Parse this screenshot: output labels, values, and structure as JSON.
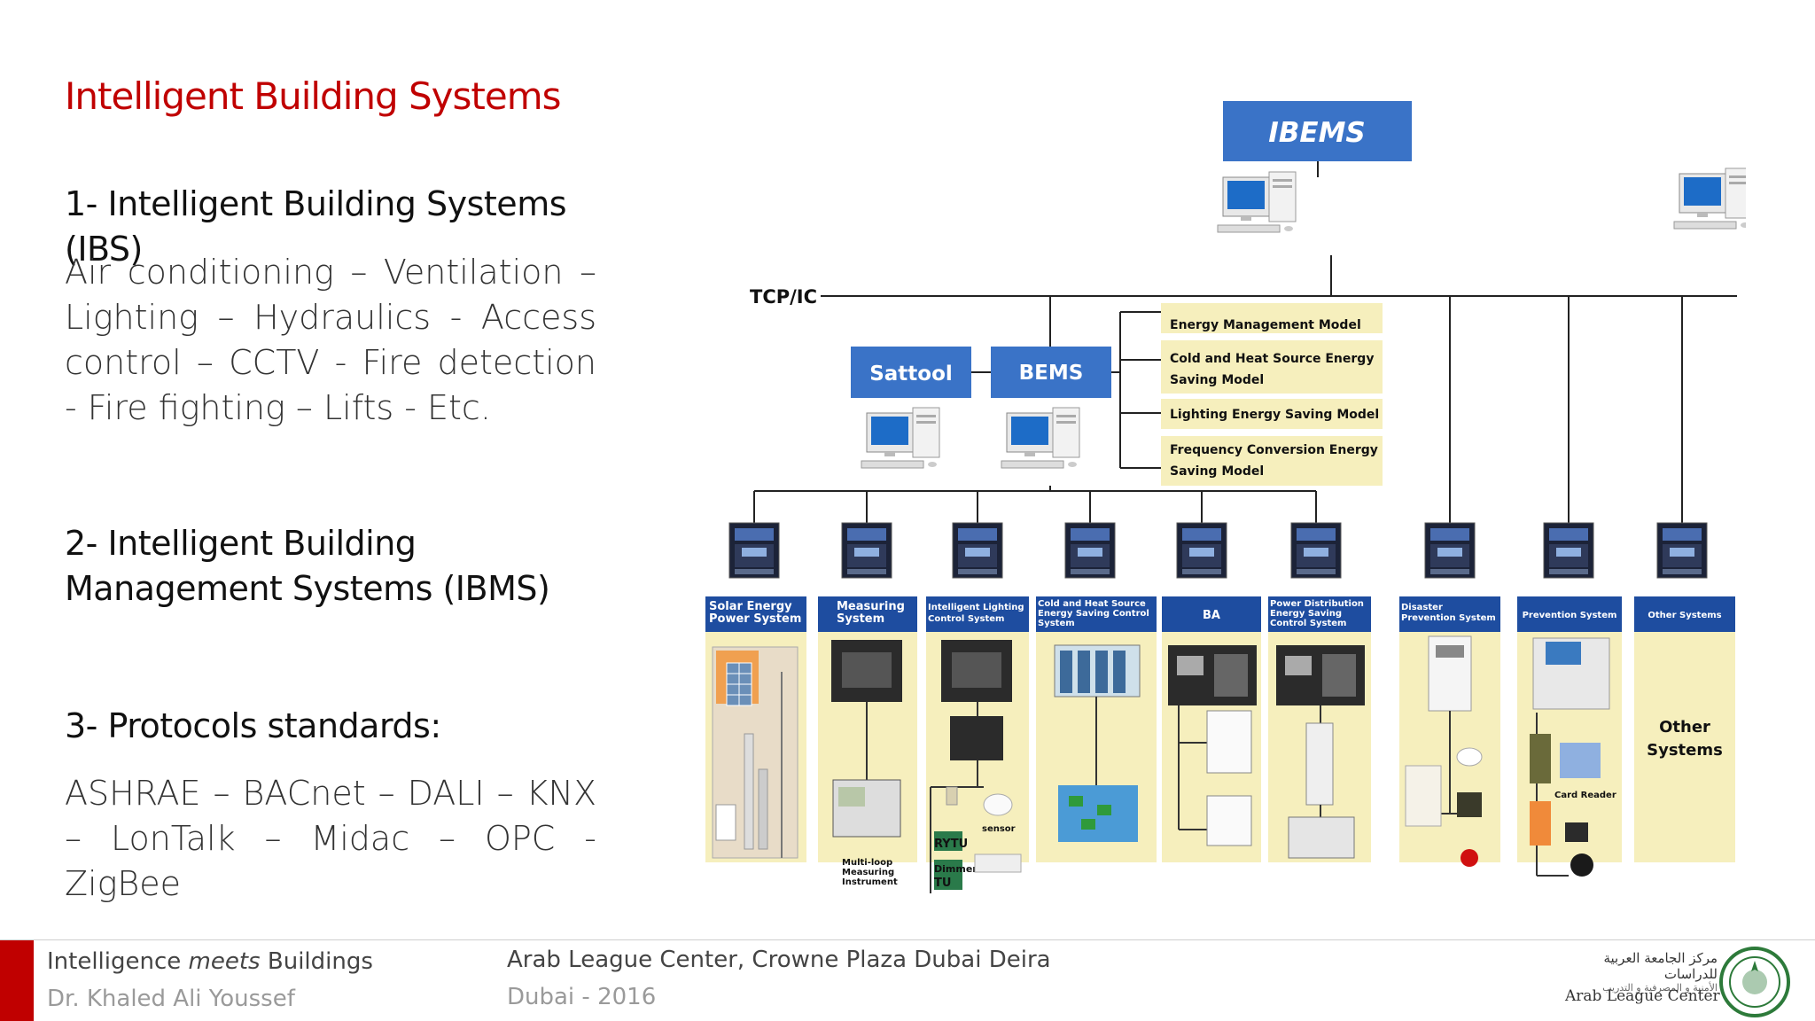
{
  "slide": {
    "title": "Intelligent Building Systems",
    "section1": {
      "heading": "1- Intelligent Building Systems (IBS)",
      "body": "Air conditioning – Ventilation – Lighting – Hydraulics - Access control – CCTV - Fire detection - Fire fighting – Lifts - Etc."
    },
    "section2": {
      "heading": "2- Intelligent Building Management Systems (IBMS)"
    },
    "section3": {
      "heading": "3- Protocols standards:",
      "body": "ASHRAE – BACnet – DALI – KNX – LonTalk – Midac – OPC - ZigBee"
    }
  },
  "diagram": {
    "top_label": "IBEMS",
    "bus_label": "TCP/IC",
    "sattool_label": "Sattool",
    "bems_label": "BEMS",
    "models": [
      [
        "Energy Management Model"
      ],
      [
        "Cold and Heat Source Energy",
        "Saving Model"
      ],
      [
        "Lighting Energy Saving Model"
      ],
      [
        "Frequency Conversion Energy",
        "Saving Model"
      ]
    ],
    "subsystems": [
      [
        "Solar Energy",
        "Power System"
      ],
      [
        "Measuring",
        "System"
      ],
      [
        "Intelligent Lighting",
        "Control System"
      ],
      [
        "Cold and Heat Source",
        "Energy Saving Control",
        "System"
      ],
      [
        "BA"
      ],
      [
        "Power Distribution",
        "Energy Saving",
        "Control System"
      ],
      [
        "Disaster",
        "Prevention System"
      ],
      [
        "Prevention System"
      ],
      [
        "Other Systems"
      ]
    ],
    "panel_labels": {
      "multiloop": [
        "Multi-loop",
        "Measuring",
        "Instrument"
      ],
      "sensor": "sensor",
      "rytu": "RYTU",
      "dimmer": [
        "Dimmer",
        "TU"
      ],
      "card_reader": "Card Reader",
      "other": [
        "Other",
        "Systems"
      ]
    },
    "colors": {
      "blue": "#3a73c7",
      "navy": "#1e4da0",
      "yellow": "#f6efbd",
      "red": "#c00000"
    }
  },
  "footer": {
    "title_pre": "Intelligence ",
    "title_em": "meets",
    "title_post": " Buildings",
    "author": "Dr. Khaled Ali Youssef",
    "venue": "Arab League Center, Crowne Plaza Dubai Deira",
    "place": "Dubai - 2016",
    "logo_arabic_1": "مركز الجامعة العربية للدراسات",
    "logo_arabic_2": "الأمنية و المصرفية و التدريب",
    "logo_english": "Arab League Center"
  }
}
